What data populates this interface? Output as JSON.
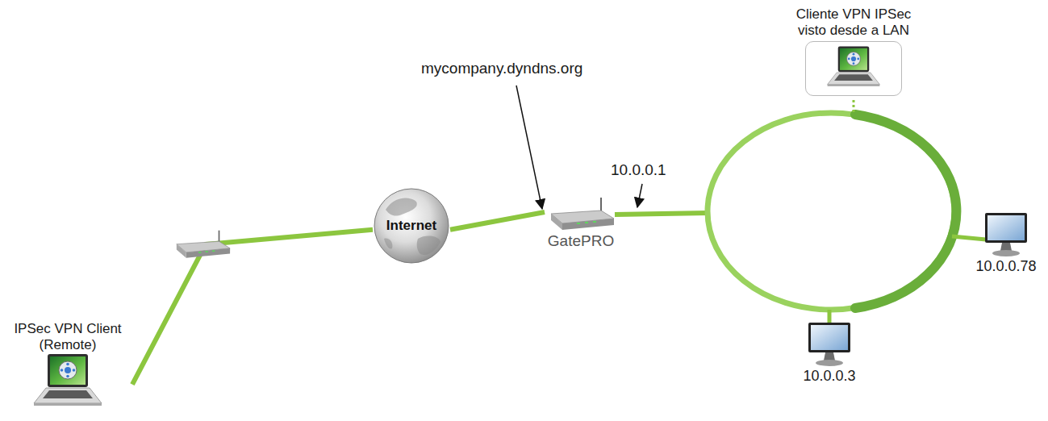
{
  "diagram": {
    "nodes": [
      {
        "text": [
          "IPSec VPN Client (Remote)"
        ]
      },
      {
        "text": [
          "Internet"
        ]
      },
      {
        "text": [
          "GatePRO"
        ]
      },
      {
        "text": [
          "Cliente VPN IPSec visto desde a LAN"
        ]
      },
      {
        "text": [
          "10.0.0.78"
        ]
      },
      {
        "text": [
          "10.0.0.3"
        ]
      }
    ],
    "edges": [
      {
        "from": 0,
        "to": 1,
        "arrow": "none"
      },
      {
        "from": 1,
        "to": 2,
        "arrow": "none"
      }
    ],
    "labels": [
      "mycompany.dyndns.org",
      "10.0.0.1"
    ]
  }
}
